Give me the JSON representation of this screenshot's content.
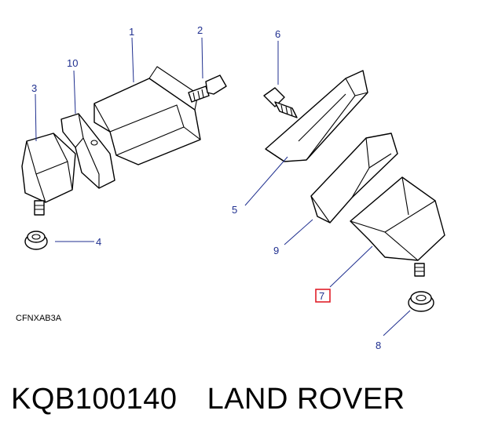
{
  "callouts": [
    {
      "label": "1"
    },
    {
      "label": "2"
    },
    {
      "label": "3"
    },
    {
      "label": "4"
    },
    {
      "label": "5"
    },
    {
      "label": "6"
    },
    {
      "label": "7",
      "highlighted": true
    },
    {
      "label": "8"
    },
    {
      "label": "9"
    },
    {
      "label": "10"
    }
  ],
  "diagram_code": "CFNXAB3A",
  "footer": {
    "part_number": "KQB100140",
    "brand": "LAND ROVER"
  },
  "colors": {
    "callout": "#1f2f8f",
    "highlight": "#e0202a",
    "line_art": "#000000"
  }
}
